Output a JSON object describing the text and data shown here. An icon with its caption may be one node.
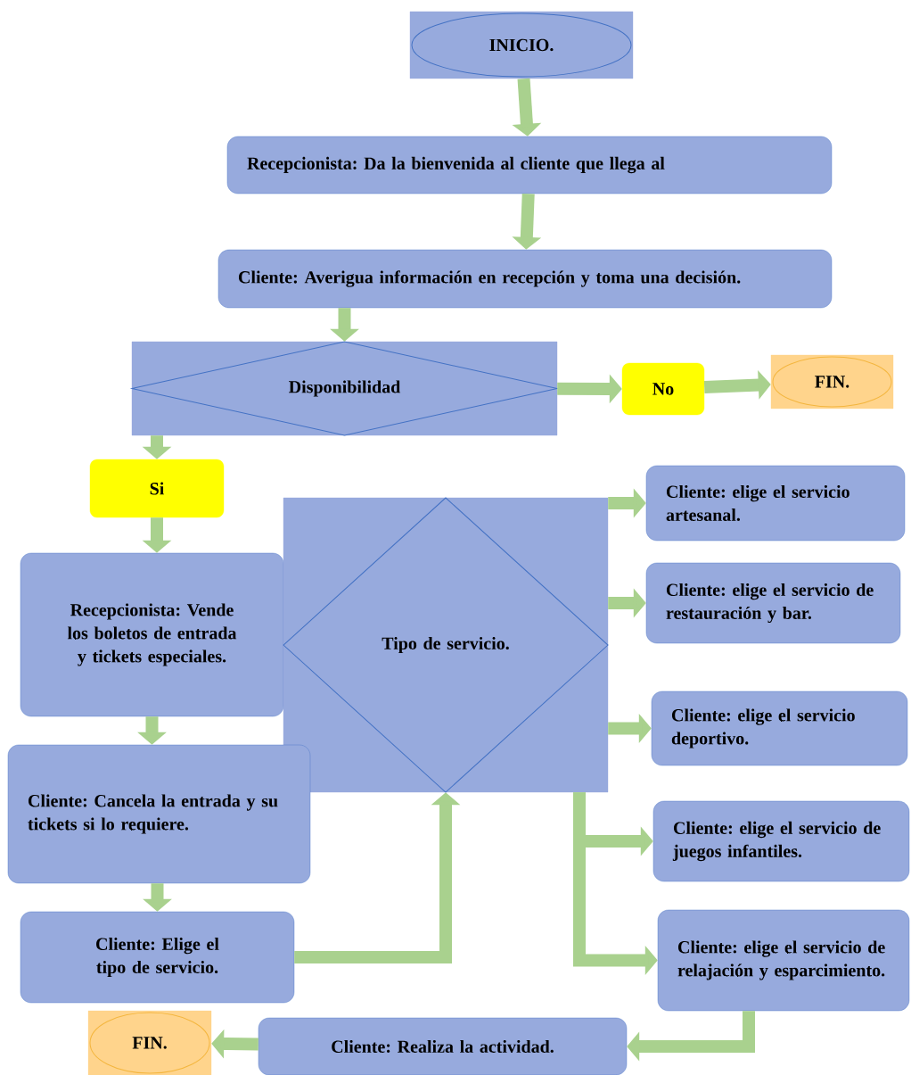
{
  "diagram": {
    "nodes": [
      {
        "text": [
          "INICIO."
        ]
      },
      {
        "text": [
          "Recepcionista: Da la bienvenida al cliente que llega al"
        ]
      },
      {
        "text": [
          "Cliente: Averigua información en recepción y toma una decisión."
        ]
      },
      {
        "text": [
          "Disponibilidad"
        ]
      },
      {
        "text": [
          "No"
        ]
      },
      {
        "text": [
          "FIN."
        ]
      },
      {
        "text": [
          "Si"
        ]
      },
      {
        "text": [
          "Recepcionista: Vende los boletos de entrada y tickets especiales."
        ]
      },
      {
        "text": [
          "Tipo de servicio."
        ]
      },
      {
        "text": [
          "Cliente: elige el servicio artesanal."
        ]
      },
      {
        "text": [
          "Cliente: elige el servicio de restauración y bar."
        ]
      },
      {
        "text": [
          "Cliente: elige el servicio deportivo."
        ]
      },
      {
        "text": [
          "Cliente: elige el servicio de juegos infantiles."
        ]
      },
      {
        "text": [
          "Cliente: elige el servicio de relajación y esparcimiento."
        ]
      },
      {
        "text": [
          "Cliente: Cancela la entrada y su tickets si lo requiere."
        ]
      },
      {
        "text": [
          "Cliente: Elige el tipo de servicio."
        ]
      },
      {
        "text": [
          "Cliente: Realiza la actividad."
        ]
      },
      {
        "text": [
          "FIN."
        ]
      }
    ],
    "edges": [
      {
        "from": 0,
        "to": 1,
        "arrow": "to"
      },
      {
        "from": 1,
        "to": 2,
        "arrow": "to"
      },
      {
        "from": 2,
        "to": 3,
        "arrow": "to"
      },
      {
        "from": 3,
        "to": 4,
        "arrow": "to"
      },
      {
        "from": 4,
        "to": 5,
        "arrow": "to"
      },
      {
        "from": 3,
        "to": 6,
        "arrow": "to"
      },
      {
        "from": 6,
        "to": 7,
        "arrow": "to"
      },
      {
        "from": 7,
        "to": 14,
        "arrow": "to"
      },
      {
        "from": 14,
        "to": 15,
        "arrow": "to"
      },
      {
        "from": 15,
        "to": 8,
        "arrow": "to"
      },
      {
        "from": 8,
        "to": 9,
        "arrow": "to"
      },
      {
        "from": 8,
        "to": 10,
        "arrow": "to"
      },
      {
        "from": 8,
        "to": 11,
        "arrow": "to"
      },
      {
        "from": 8,
        "to": 12,
        "arrow": "to"
      },
      {
        "from": 8,
        "to": 13,
        "arrow": "to"
      },
      {
        "from": 13,
        "to": 16,
        "arrow": "to"
      },
      {
        "from": 16,
        "to": 17,
        "arrow": "to"
      }
    ]
  }
}
